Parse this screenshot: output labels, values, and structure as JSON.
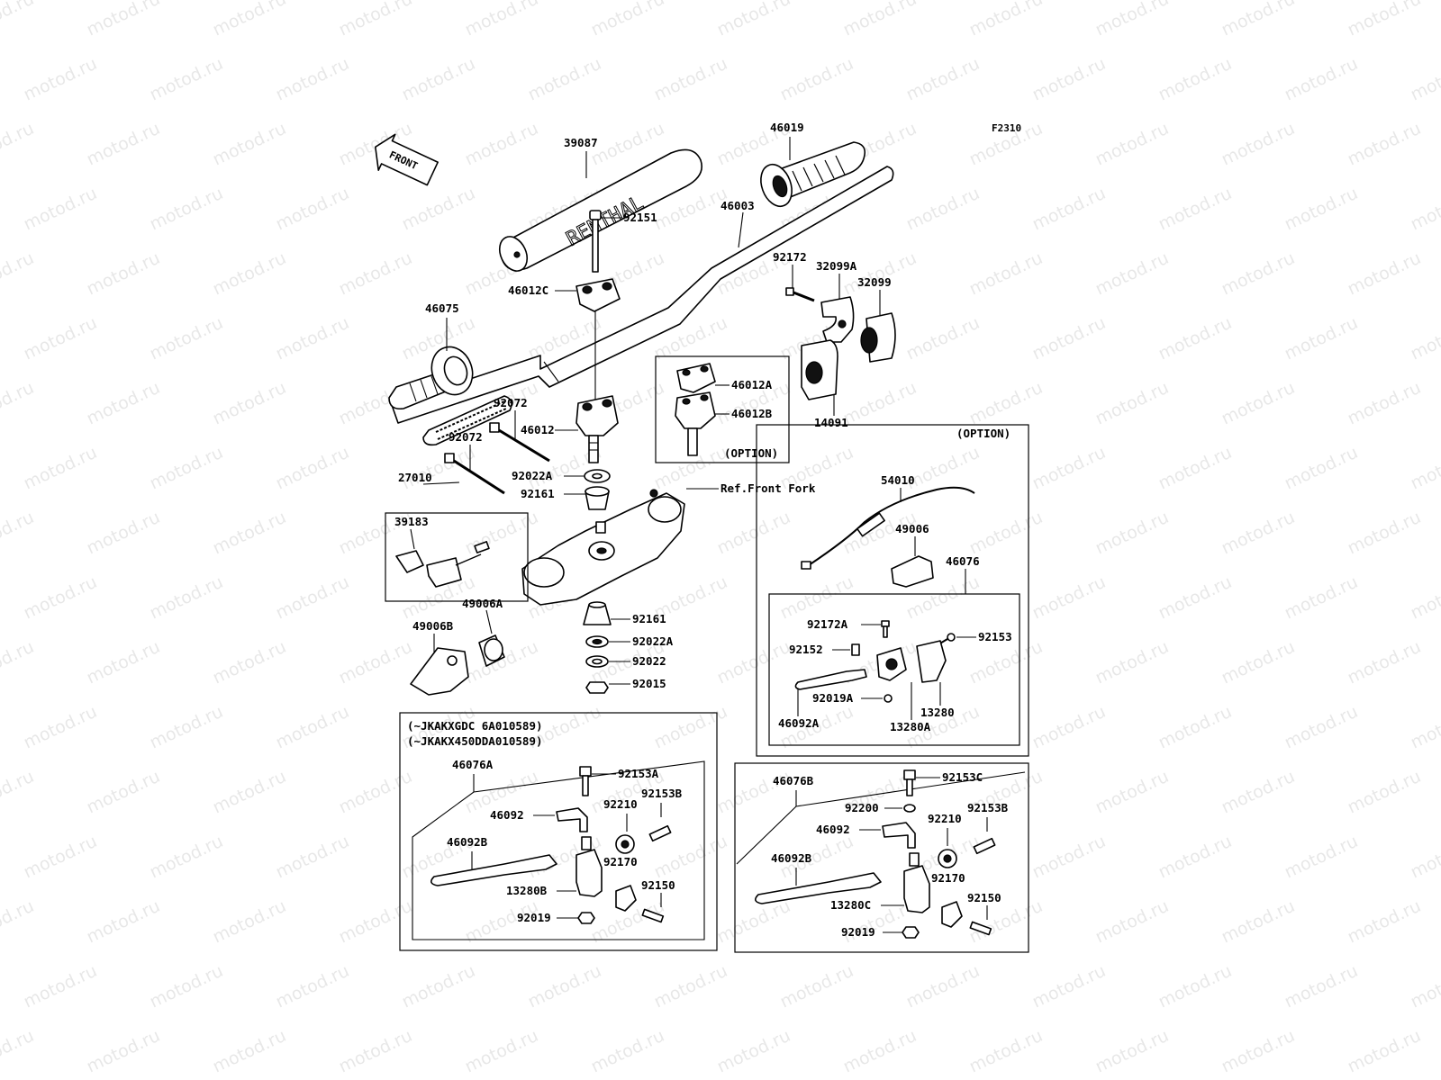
{
  "figure_code": "F2310",
  "watermark": "motod.ru",
  "front_arrow": "FRONT",
  "pad_brand": "RENTHAL",
  "labels": {
    "p39087": "39087",
    "p46019": "46019",
    "p46003": "46003",
    "p92151": "92151",
    "p46012C": "46012C",
    "p46075": "46075",
    "p92172": "92172",
    "p32099A": "32099A",
    "p32099": "32099",
    "p46012A": "46012A",
    "p46012B": "46012B",
    "option_box1": "(OPTION)",
    "p14091": "14091",
    "p92072a": "92072",
    "p46012": "46012",
    "p92072b": "92072",
    "p27010": "27010",
    "p92022A_top": "92022A",
    "p92161_top": "92161",
    "ref_front_fork": "Ref.Front Fork",
    "p39183": "39183",
    "p49006A": "49006A",
    "p49006B": "49006B",
    "p92161_bot": "92161",
    "p92022A_bot": "92022A",
    "p92022": "92022",
    "p92015": "92015",
    "option_box2": "(OPTION)",
    "p54010": "54010",
    "p49006": "49006",
    "p46076": "46076",
    "p92172A": "92172A",
    "p92153": "92153",
    "p92152": "92152",
    "p92019A": "92019A",
    "p13280": "13280",
    "p46092A": "46092A",
    "p13280A": "13280A",
    "vin_line1": "(~JKAKXGDC 6A010589)",
    "vin_line2": "(~JKAKX450DDA010589)",
    "p46076A": "46076A",
    "p92153A": "92153A",
    "p92153B_l": "92153B",
    "p46092_l": "46092",
    "p92210_l": "92210",
    "p46092B_l": "46092B",
    "p92170_l": "92170",
    "p13280B": "13280B",
    "p92150_l": "92150",
    "p92019_l": "92019",
    "p46076B": "46076B",
    "p92153C": "92153C",
    "p92200": "92200",
    "p92210_r": "92210",
    "p46092_r": "46092",
    "p92153B_r": "92153B",
    "p46092B_r": "46092B",
    "p92170_r": "92170",
    "p13280C": "13280C",
    "p92150_r": "92150",
    "p92019_r": "92019"
  }
}
